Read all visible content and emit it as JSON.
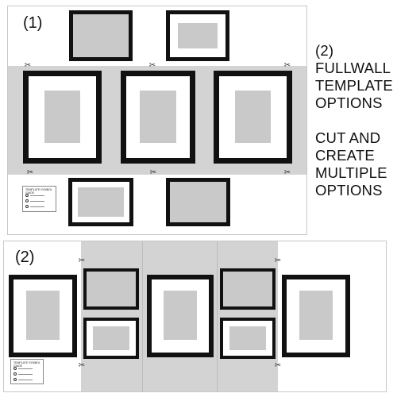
{
  "panel1": {
    "label": "(1)"
  },
  "panel2": {
    "label": "(2)"
  },
  "side_text": {
    "block1": [
      "(2)",
      "FULLWALL",
      "TEMPLATE",
      "OPTIONS"
    ],
    "block2": [
      "CUT AND",
      "CREATE",
      "MULTIPLE",
      "OPTIONS"
    ]
  },
  "symbol_guide": {
    "title": "TEMPLATE SYMBOL GUIDE"
  },
  "scissor_glyph": "✂",
  "colors": {
    "frame": "#111111",
    "band": "#d3d3d3",
    "photo": "#c9c9c9"
  }
}
